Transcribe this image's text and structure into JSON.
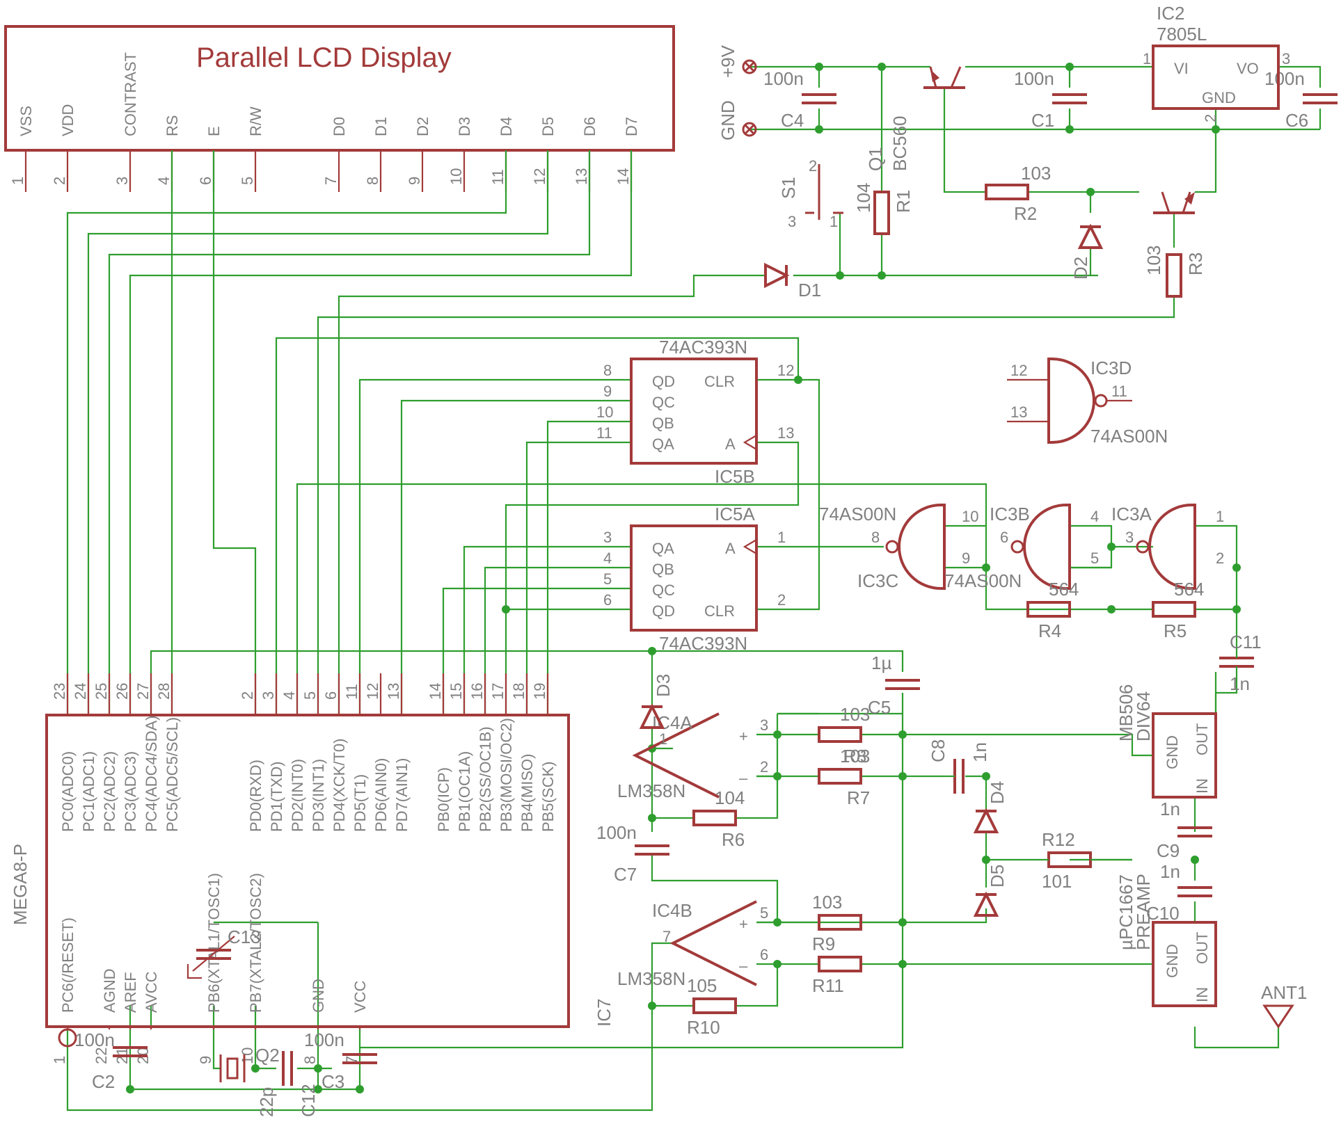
{
  "lcd": {
    "title": "Parallel LCD Display",
    "pins": [
      {
        "name": "VSS",
        "num": "1"
      },
      {
        "name": "VDD",
        "num": "2"
      },
      {
        "name": "CONTRAST",
        "num": "3"
      },
      {
        "name": "RS",
        "num": "4"
      },
      {
        "name": "E",
        "num": "6"
      },
      {
        "name": "R/W",
        "num": "5"
      },
      {
        "name": "D0",
        "num": "7"
      },
      {
        "name": "D1",
        "num": "8"
      },
      {
        "name": "D2",
        "num": "9"
      },
      {
        "name": "D3",
        "num": "10"
      },
      {
        "name": "D4",
        "num": "11"
      },
      {
        "name": "D5",
        "num": "12"
      },
      {
        "name": "D6",
        "num": "13"
      },
      {
        "name": "D7",
        "num": "14"
      }
    ]
  },
  "power": {
    "plus9v": "+9V",
    "gnd": "GND",
    "c4": {
      "name": "C4",
      "value": "100n"
    },
    "c1": {
      "name": "C1",
      "value": "100n"
    },
    "c6": {
      "name": "C6",
      "value": "100n"
    },
    "ic2": {
      "name": "IC2",
      "part": "7805L",
      "vi": "VI",
      "vo": "VO",
      "gnd": "GND",
      "pin_in": "1",
      "pin_out": "3",
      "pin_gnd": "2"
    },
    "q1": {
      "name": "Q1",
      "part": "BC560"
    },
    "r1": {
      "name": "R1",
      "value": "104"
    },
    "r2": {
      "name": "R2",
      "value": "103"
    },
    "r3": {
      "name": "R3",
      "value": "103"
    },
    "s1": {
      "name": "S1",
      "pin2": "2",
      "pin3": "3",
      "pin1": "1"
    },
    "d1": "D1",
    "d2": "D2"
  },
  "ic5b": {
    "part": "74AC393N",
    "name": "IC5B",
    "qd": "QD",
    "qc": "QC",
    "qb": "QB",
    "qa": "QA",
    "clr": "CLR",
    "a": "A",
    "p8": "8",
    "p9": "9",
    "p10": "10",
    "p11": "11",
    "p12": "12",
    "p13": "13"
  },
  "ic5a": {
    "part": "74AC393N",
    "name": "IC5A",
    "qa": "QA",
    "qb": "QB",
    "qc": "QC",
    "qd": "QD",
    "clr": "CLR",
    "a": "A",
    "p3": "3",
    "p4": "4",
    "p5": "5",
    "p6": "6",
    "p1": "1",
    "p2": "2"
  },
  "ic3d": {
    "name": "IC3D",
    "part": "74AS00N",
    "p12": "12",
    "p13": "13",
    "p11": "11"
  },
  "ic3c": {
    "name": "IC3C",
    "part": "74AS00N",
    "p8": "8",
    "p10": "10",
    "p9": "9"
  },
  "ic3b": {
    "name": "IC3B",
    "part": "74AS00N",
    "p6": "6",
    "p4": "4",
    "p5": "5"
  },
  "ic3a": {
    "name": "IC3A",
    "p3": "3",
    "p1": "1",
    "p2": "2"
  },
  "r4": {
    "name": "R4",
    "value": "564"
  },
  "r5": {
    "name": "R5",
    "value": "564"
  },
  "c11": {
    "name": "C11",
    "value": "1n"
  },
  "mega": {
    "name": "MEGA8-P",
    "pins": [
      {
        "label": "PC0(ADC0)",
        "num": "23"
      },
      {
        "label": "PC1(ADC1)",
        "num": "24"
      },
      {
        "label": "PC2(ADC2)",
        "num": "25"
      },
      {
        "label": "PC3(ADC3)",
        "num": "26"
      },
      {
        "label": "PC4(ADC4/SDA)",
        "num": "27"
      },
      {
        "label": "PC5(ADC5/SCL)",
        "num": "28"
      },
      {
        "label": "PD0(RXD)",
        "num": "2"
      },
      {
        "label": "PD1(TXD)",
        "num": "3"
      },
      {
        "label": "PD2(INT0)",
        "num": "4"
      },
      {
        "label": "PD3(INT1)",
        "num": "5"
      },
      {
        "label": "PD4(XCK/T0)",
        "num": "6"
      },
      {
        "label": "PD5(T1)",
        "num": "11"
      },
      {
        "label": "PD6(AIN0)",
        "num": "12"
      },
      {
        "label": "PD7(AIN1)",
        "num": "13"
      },
      {
        "label": "PB0(ICP)",
        "num": "14"
      },
      {
        "label": "PB1(OC1A)",
        "num": "15"
      },
      {
        "label": "PB2(SS/OC1B)",
        "num": "16"
      },
      {
        "label": "PB3(MOSI/OC2)",
        "num": "17"
      },
      {
        "label": "PB4(MISO)",
        "num": "18"
      },
      {
        "label": "PB5(SCK)",
        "num": "19"
      }
    ],
    "bottom": [
      {
        "label": "PC6(/RESET)",
        "num": "1"
      },
      {
        "label": "AGND",
        "num": "22"
      },
      {
        "label": "AREF",
        "num": "21"
      },
      {
        "label": "AVCC",
        "num": "20"
      },
      {
        "label": "PB6(XTAL1/TOSC1)",
        "num": "9"
      },
      {
        "label": "PB7(XTAL2/TOSC2)",
        "num": "10"
      },
      {
        "label": "GND",
        "num": "8"
      },
      {
        "label": "VCC",
        "num": "7"
      }
    ]
  },
  "mega_caps": {
    "c2": {
      "name": "C2",
      "value": "100n"
    },
    "c3": {
      "name": "C3",
      "value": "100n"
    },
    "c13": {
      "name": "C13"
    },
    "c12": {
      "name": "C12",
      "value": "22p"
    },
    "q2": "Q2"
  },
  "ic4a": {
    "name": "IC4A",
    "part": "LM358N",
    "p1": "1",
    "p2": "2",
    "p3": "3"
  },
  "ic4b": {
    "name": "IC4B",
    "part": "LM358N",
    "p5": "5",
    "p6": "6",
    "p7": "7"
  },
  "d3": "D3",
  "d4": "D4",
  "d5": "D5",
  "c5": {
    "name": "C5",
    "value": "1µ"
  },
  "c7": {
    "name": "C7",
    "value": "100n"
  },
  "c8": {
    "name": "C8",
    "value": "1n"
  },
  "r6": {
    "name": "R6",
    "value": "104"
  },
  "r7": {
    "name": "R7",
    "value": "103"
  },
  "r8": {
    "name": "R8",
    "value": "103"
  },
  "r9": {
    "name": "R9",
    "value": "103"
  },
  "r10": {
    "name": "R10",
    "value": "105"
  },
  "r11": {
    "name": "R11"
  },
  "r12": {
    "name": "R12",
    "value": "101"
  },
  "ic7": "IC7",
  "mb506": {
    "part": "MB506",
    "sub": "DIV64",
    "gnd": "GND",
    "out": "OUT",
    "in": "IN"
  },
  "preamp": {
    "part": "µPC1667",
    "sub": "PREAMP",
    "gnd": "GND",
    "out": "OUT",
    "in": "IN"
  },
  "c9": {
    "name": "C9",
    "value": "1n"
  },
  "c10": {
    "name": "C10",
    "value": "1n"
  },
  "ant1": "ANT1"
}
